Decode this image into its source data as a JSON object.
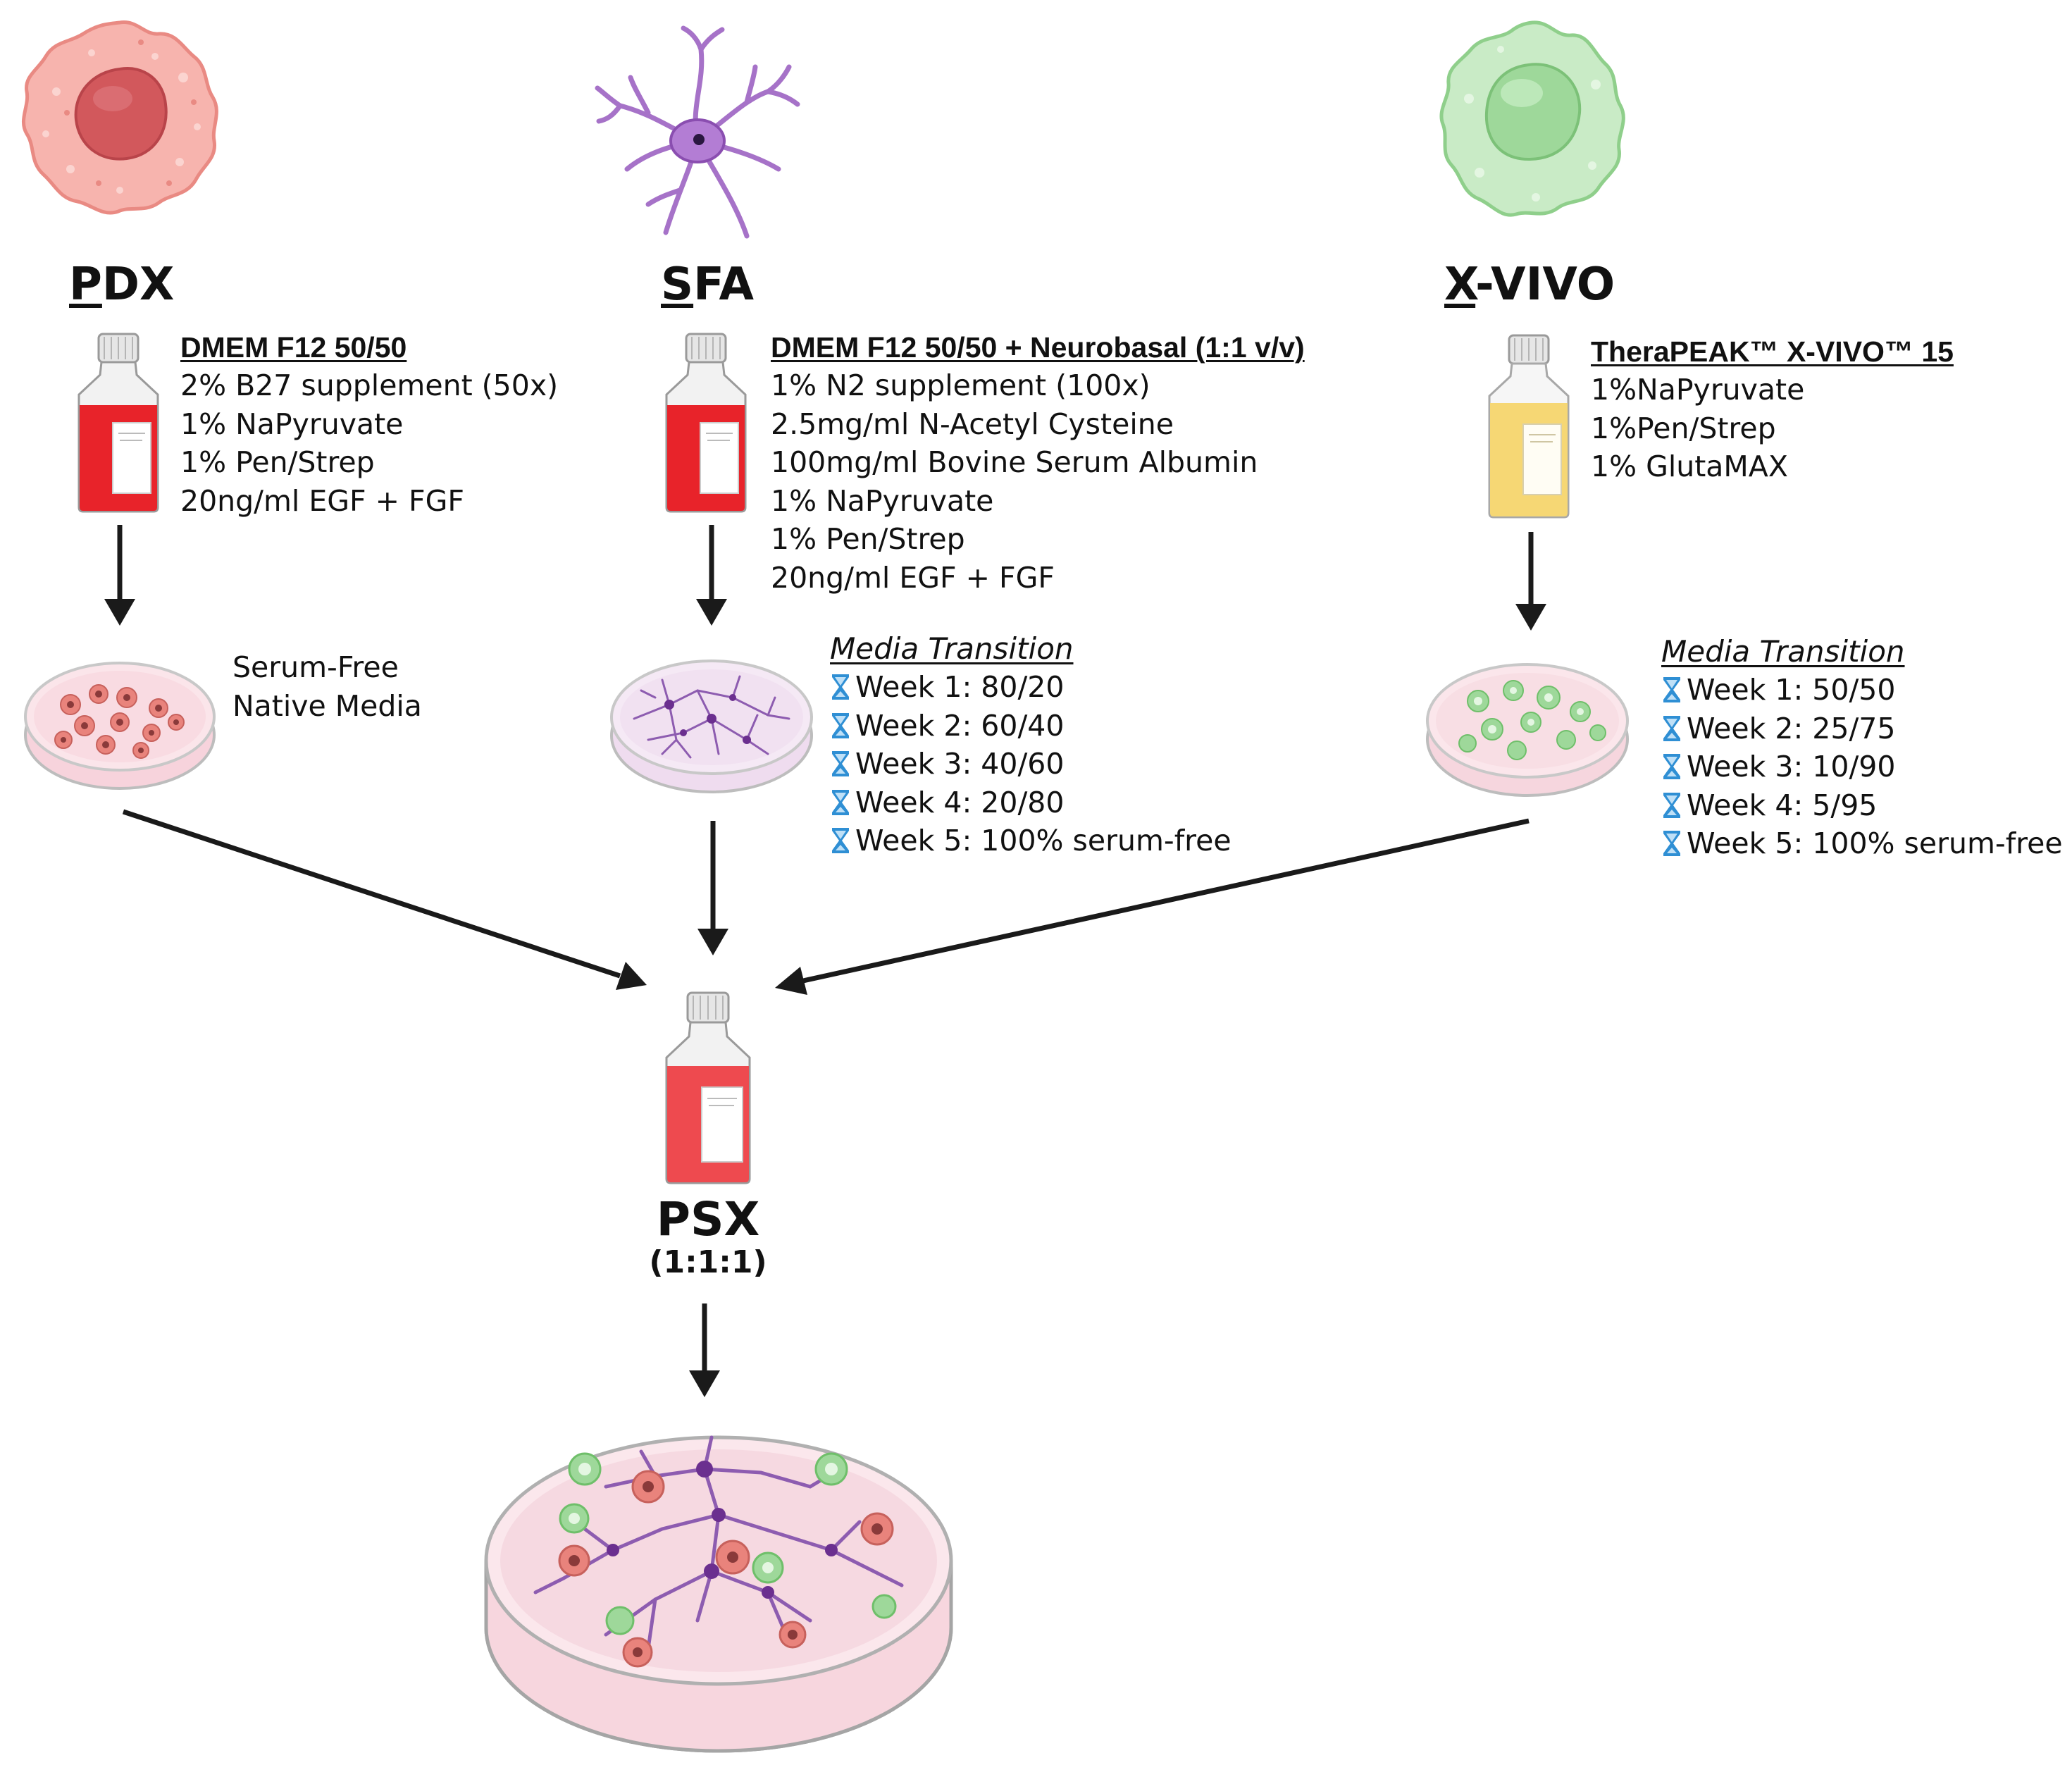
{
  "colors": {
    "pdx_cell": "#f29b95",
    "sfa_cell": "#a672c8",
    "xvivo_cell": "#a8dca8",
    "media_red": "#e8232a",
    "media_yellow": "#f6d774",
    "arrow": "#1a1a1a",
    "hourglass": "#2f8fd4"
  },
  "icons": [
    "tumor-cell-icon",
    "astrocyte-icon",
    "immune-cell-icon",
    "media-bottle-icon",
    "petri-dish-icon",
    "hourglass-icon"
  ],
  "pdx": {
    "title_initial": "P",
    "title_rest": "DX",
    "media_header": "DMEM F12 50/50",
    "media_items": [
      "2% B27 supplement (50x)",
      "1% NaPyruvate",
      "1% Pen/Strep",
      "20ng/ml EGF + FGF"
    ],
    "culture_note": [
      "Serum-Free",
      "Native Media"
    ]
  },
  "sfa": {
    "title_initial": "S",
    "title_rest": "FA",
    "media_header": "DMEM F12 50/50 + Neurobasal (1:1 v/v)",
    "media_items": [
      "1% N2 supplement (100x)",
      "2.5mg/ml N-Acetyl Cysteine",
      "100mg/ml Bovine Serum Albumin",
      "1% NaPyruvate",
      "1% Pen/Strep",
      "20ng/ml EGF + FGF"
    ],
    "transition_title": "Media Transition",
    "weeks": [
      "Week 1: 80/20",
      "Week 2: 60/40",
      "Week 3: 40/60",
      "Week 4: 20/80",
      "Week 5: 100% serum-free"
    ]
  },
  "xvivo": {
    "title_initial": "X",
    "title_rest": "-VIVO",
    "media_header": "TheraPEAK™ X-VIVO™ 15",
    "media_items": [
      "1%NaPyruvate",
      "1%Pen/Strep",
      "1% GlutaMAX"
    ],
    "transition_title": "Media Transition",
    "weeks": [
      "Week 1: 50/50",
      "Week 2: 25/75",
      "Week 3: 10/90",
      "Week 4: 5/95",
      "Week 5: 100% serum-free"
    ]
  },
  "psx": {
    "title": "PSX",
    "ratio": "(1:1:1)"
  }
}
